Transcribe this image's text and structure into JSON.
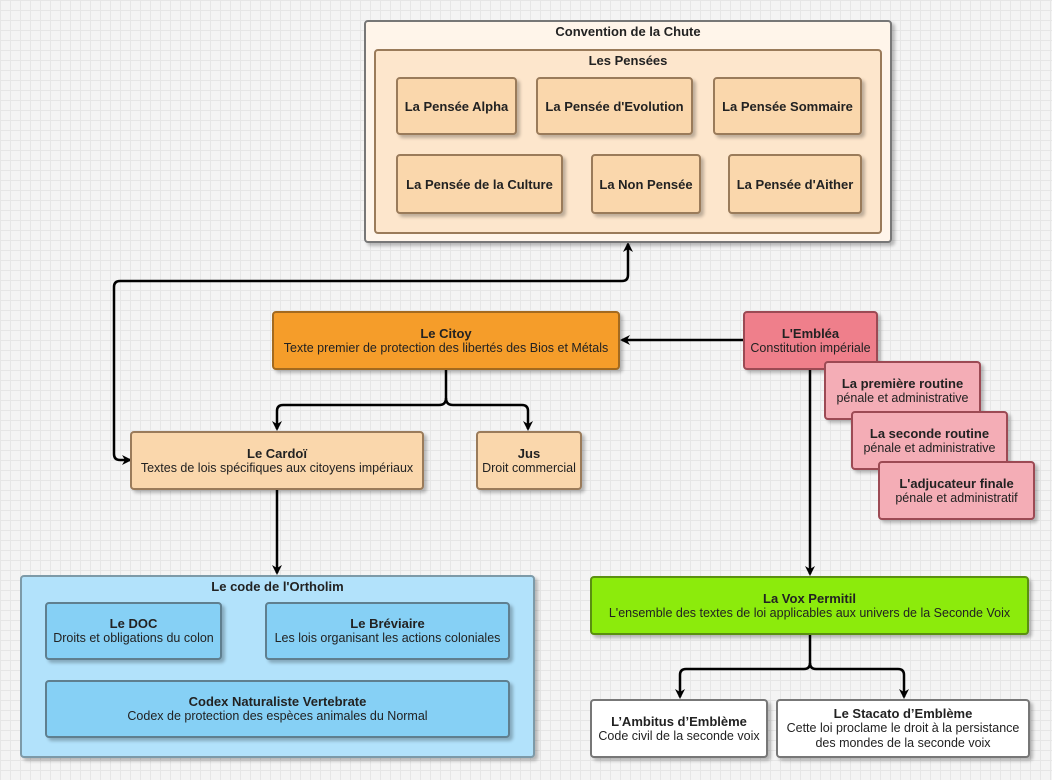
{
  "convention": {
    "title": "Convention de la Chute",
    "pensees": {
      "title": "Les Pensées",
      "items": [
        "La Pensée Alpha",
        "La Pensée d'Evolution",
        "La Pensée Sommaire",
        "La Pensée de la Culture",
        "La Non Pensée",
        "La Pensée d'Aither"
      ]
    }
  },
  "citoy": {
    "title": "Le Citoy",
    "subtitle": "Texte premier de protection des libertés des Bios et Métals"
  },
  "emblea": {
    "title": "L'Embléa",
    "subtitle": "Constitution impériale"
  },
  "routines": [
    {
      "title": "La première routine",
      "subtitle": "pénale et administrative"
    },
    {
      "title": "La seconde routine",
      "subtitle": "pénale et administrative"
    },
    {
      "title": "L'adjucateur finale",
      "subtitle": "pénale et administratif"
    }
  ],
  "cardoi": {
    "title": "Le Cardoï",
    "subtitle": "Textes de lois spécifiques aux citoyens impériaux"
  },
  "jus": {
    "title": "Jus",
    "subtitle": "Droit commercial"
  },
  "ortholim": {
    "title": "Le code de l'Ortholim",
    "doc": {
      "title": "Le DOC",
      "subtitle": "Droits et obligations du colon"
    },
    "breviaire": {
      "title": "Le Bréviaire",
      "subtitle": "Les lois organisant les actions coloniales"
    },
    "codex": {
      "title": "Codex Naturaliste Vertebrate",
      "subtitle": "Codex de protection des espèces animales du Normal"
    }
  },
  "vox": {
    "title": "La Vox Permitil",
    "subtitle": "L'ensemble des textes de loi applicables aux univers de la Seconde Voix"
  },
  "ambitus": {
    "title": "L’Ambitus d’Emblème",
    "subtitle": "Code civil de la seconde voix"
  },
  "stacato": {
    "title": "Le Stacato d’Emblème",
    "subtitle_line1": "Cette loi proclame le droit à la persistance",
    "subtitle_line2": "des mondes de la seconde voix"
  }
}
